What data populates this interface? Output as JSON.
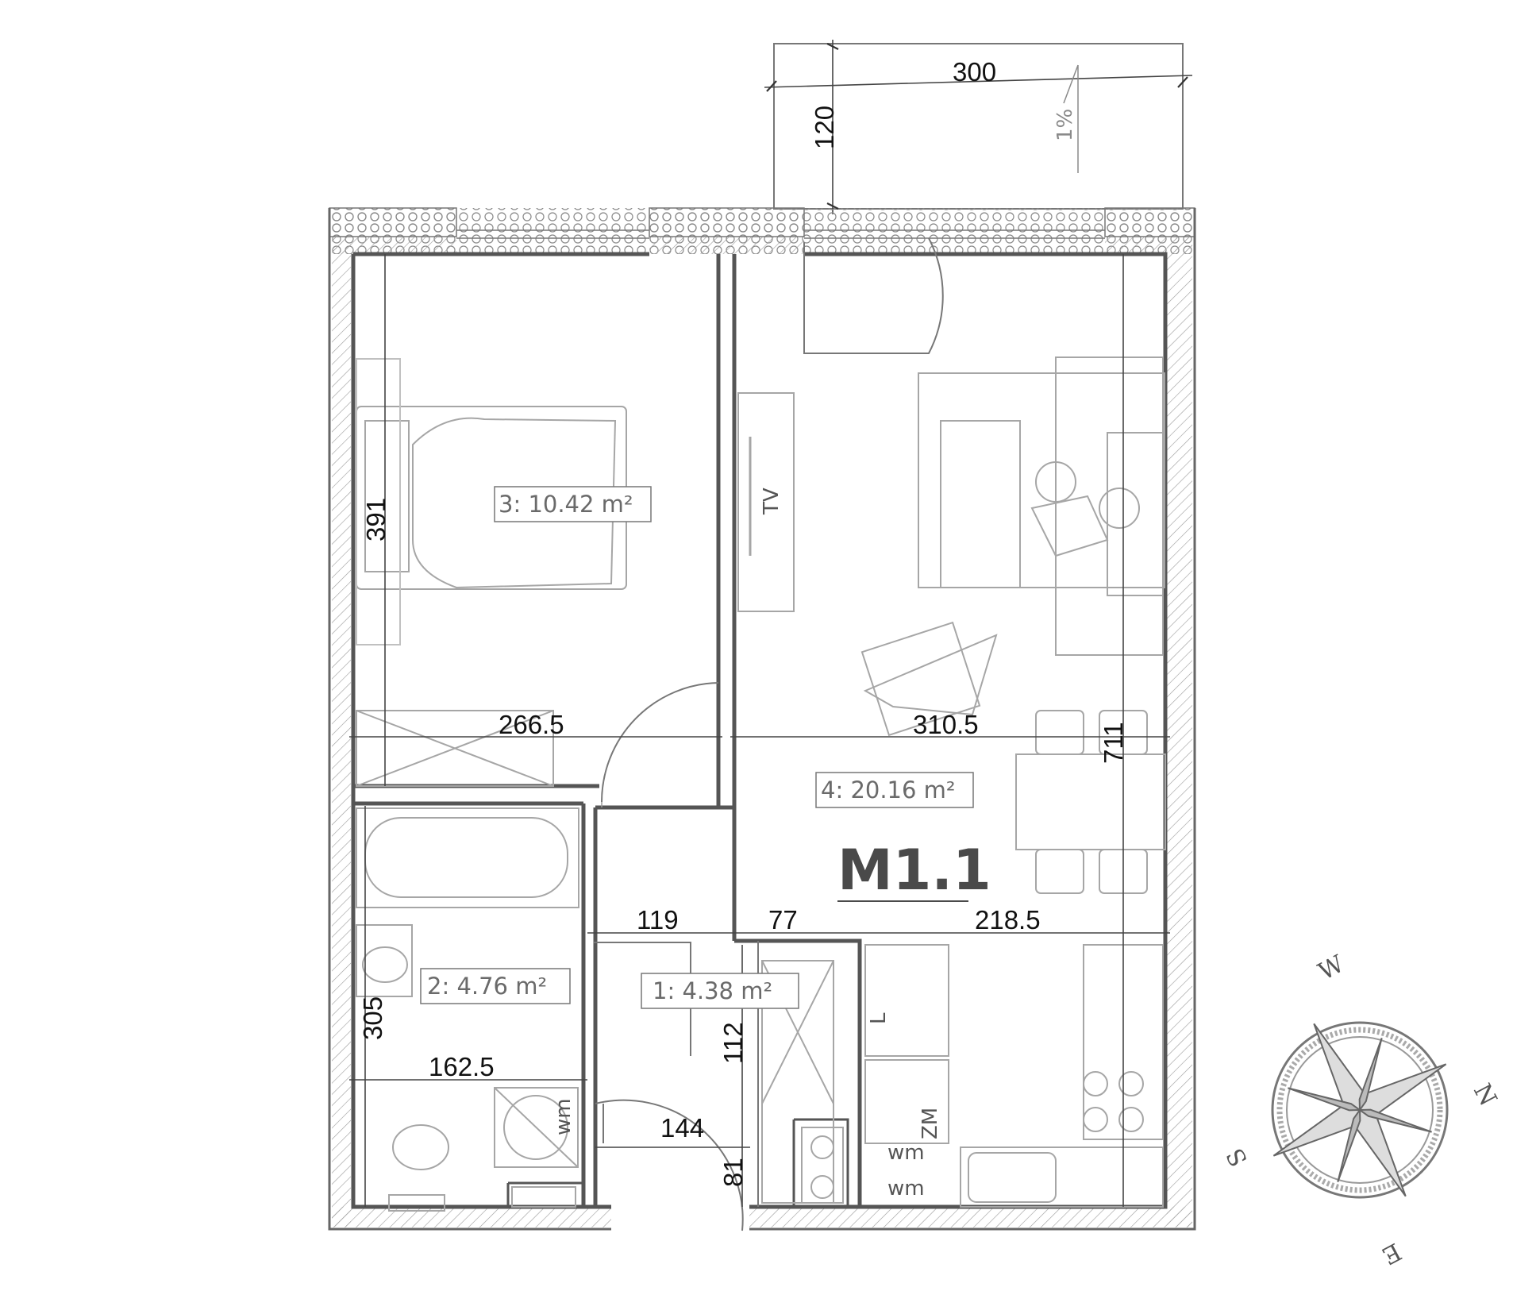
{
  "unit": {
    "id": "M1.1"
  },
  "rooms": [
    {
      "id": "room-3",
      "label": "3: 10.42 m²"
    },
    {
      "id": "room-4",
      "label": "4: 20.16 m²"
    },
    {
      "id": "room-2",
      "label": "2: 4.76 m²"
    },
    {
      "id": "room-1",
      "label": "1: 4.38 m²"
    }
  ],
  "dimensions": {
    "balcony_width": "300",
    "balcony_depth": "120",
    "bedroom_height": "391",
    "bedroom_width": "266.5",
    "living_width": "310.5",
    "living_height": "711",
    "hall_width": "119",
    "corridor_width": "77",
    "kitchen_width": "218.5",
    "bath_height": "305",
    "bath_width": "162.5",
    "hall_door_height": "112",
    "hall_lower_width": "144",
    "hall_lower_height": "81"
  },
  "slope": "1%",
  "labels": {
    "tv": "TV",
    "wm_bath": "wm",
    "wm_kitchen_1": "wm",
    "wm_kitchen_2": "wm",
    "fridge": "L",
    "freezer": "ZM"
  },
  "compass": {
    "n": "N",
    "e": "E",
    "s": "S",
    "w": "W"
  },
  "colors": {
    "wall": "#555555",
    "furniture": "#a6a6a6",
    "text": "#111111"
  }
}
